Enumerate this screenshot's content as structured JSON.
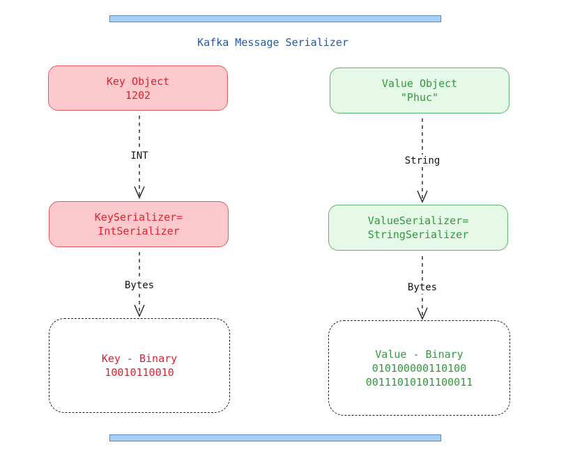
{
  "title": "Kafka Message Serializer",
  "key": {
    "object_line1": "Key Object",
    "object_line2": "1202",
    "edge1_label": "INT",
    "serializer_line1": "KeySerializer=",
    "serializer_line2": "IntSerializer",
    "edge2_label": "Bytes",
    "binary_line1": "Key - Binary",
    "binary_line2": "10010110010"
  },
  "value": {
    "object_line1": "Value Object",
    "object_line2": "\"Phuc\"",
    "edge1_label": "String",
    "serializer_line1": "ValueSerializer=",
    "serializer_line2": "StringSerializer",
    "edge2_label": "Bytes",
    "binary_line1": "Value - Binary",
    "binary_line2": "010100000110100",
    "binary_line3": "00111010101100011"
  },
  "colors": {
    "red_fill": "#fcc9cc",
    "red_text": "#e0212e",
    "green_fill": "#e6f8e8",
    "green_text": "#2f9a3a",
    "title_text": "#1e5aa8",
    "bar_fill": "#a9d0f2"
  }
}
